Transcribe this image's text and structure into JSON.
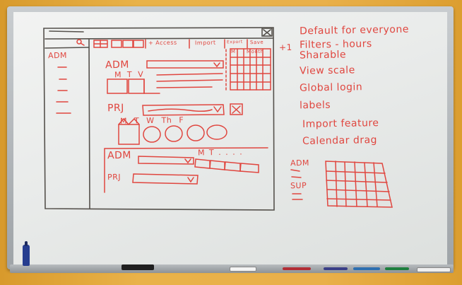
{
  "wireframe": {
    "search_icon": "search-icon",
    "close_icon": "close-icon",
    "toolbar": {
      "access": "+ Access",
      "import": "Import",
      "export": "Export",
      "save": "Save",
      "month": "Month",
      "view_prefix": "M"
    },
    "sidebar_label": "ADM",
    "adm_label": "ADM",
    "days_top": "M T V",
    "prj_label": "PRJ",
    "days_prj": "M T W Th F",
    "bottom_adm": "ADM",
    "bottom_days": "M T . . . .",
    "bottom_prj": "PRJ"
  },
  "notes": {
    "plus_one": "+1",
    "items": [
      "Default for everyone",
      "Filters - hours",
      "Sharable",
      "View scale",
      "Global login",
      "labels",
      "Import feature",
      "Calendar drag"
    ]
  },
  "side_sketch": {
    "adm": "ADM",
    "sup": "SUP"
  },
  "colors": {
    "ink_red": "#e0463f",
    "ink_dark": "#55514c",
    "wall": "#e4a73a",
    "board": "#ebecea"
  }
}
